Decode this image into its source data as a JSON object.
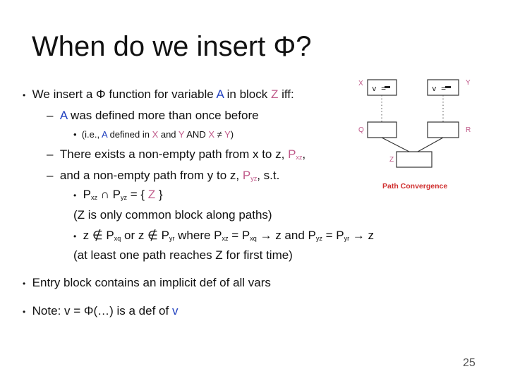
{
  "slide": {
    "title_text": "When do we insert ",
    "title_symbol": "Φ?",
    "bullet1": {
      "pre": "We insert a Φ function for variable ",
      "A": "A",
      "mid": " in block ",
      "Z": "Z",
      "post": " iff:"
    },
    "sub1": {
      "A": "A",
      "text": " was defined more than once before"
    },
    "subsub1": {
      "pre": "(i.e., ",
      "A": "A",
      "mid1": " defined in ",
      "X": "X",
      "mid2": " and ",
      "Y": "Y",
      "mid3": " AND ",
      "X2": "X",
      "ne": " ≠ ",
      "Y2": "Y",
      "post": ")"
    },
    "sub2": {
      "pre": "There exists a non-empty path from x to z, ",
      "P": "P",
      "sub": "xz",
      "post": ","
    },
    "sub3": {
      "pre": "and a non-empty path from y to z, ",
      "P": "P",
      "sub": "yz",
      "post": ", s.t."
    },
    "line_intersect": {
      "P1": "P",
      "s1": "xz",
      "cap": " ∩ ",
      "P2": "P",
      "s2": "yz",
      "eq": " = { ",
      "Z": "Z",
      "close": " }"
    },
    "note1": "(Z is only common block along paths)",
    "line_notin": {
      "a": "z ∉ P",
      "s1": "xq",
      "b": " or z ∉ P",
      "s2": "yr",
      "c": " where P",
      "s3": "xz",
      "d": " = P",
      "s4": "xq",
      "e": " → z and P",
      "s5": "yz",
      "f": " = P",
      "s6": "yr",
      "g": " → z"
    },
    "note2": "(at least one path reaches Z for first time)",
    "bullet2": "Entry block contains an implicit def of all vars",
    "bullet3": {
      "pre": "Note: v = Φ(…) is a def of ",
      "v": "v"
    },
    "page_number": "25"
  },
  "diagram": {
    "label_x": "X",
    "label_y": "Y",
    "label_q": "Q",
    "label_r": "R",
    "label_z": "Z",
    "def_x": "v =",
    "def_y": "v =",
    "caption": "Path Convergence",
    "colors": {
      "label": "#c05a8a",
      "caption": "#d03030",
      "box": "#333333"
    }
  }
}
